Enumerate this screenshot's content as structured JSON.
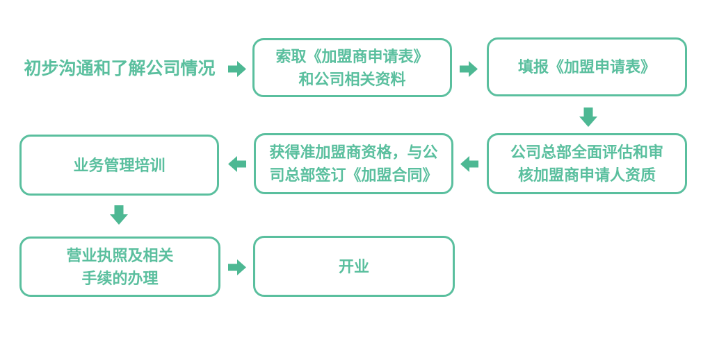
{
  "colors": {
    "accent_green": "#5abf9e",
    "arrow_green": "#4db893",
    "background": "#ffffff"
  },
  "flow": {
    "start_label": "初步沟通和了解公司情况",
    "steps": [
      {
        "name": "request-application-form",
        "line1": "索取《加盟商申请表》",
        "line2": "和公司相关资料"
      },
      {
        "name": "fill-application-form",
        "line1": "填报《加盟申请表》",
        "line2": ""
      },
      {
        "name": "hq-evaluation",
        "line1": "公司总部全面评估和审",
        "line2": "核加盟商申请人资质"
      },
      {
        "name": "sign-franchise-contract",
        "line1": "获得准加盟商资格，与公",
        "line2": "司总部签订《加盟合同》"
      },
      {
        "name": "business-management-training",
        "line1": "业务管理培训",
        "line2": ""
      },
      {
        "name": "business-license-procedures",
        "line1": "营业执照及相关",
        "line2": "手续的办理"
      },
      {
        "name": "opening",
        "line1": "开业",
        "line2": ""
      }
    ]
  }
}
